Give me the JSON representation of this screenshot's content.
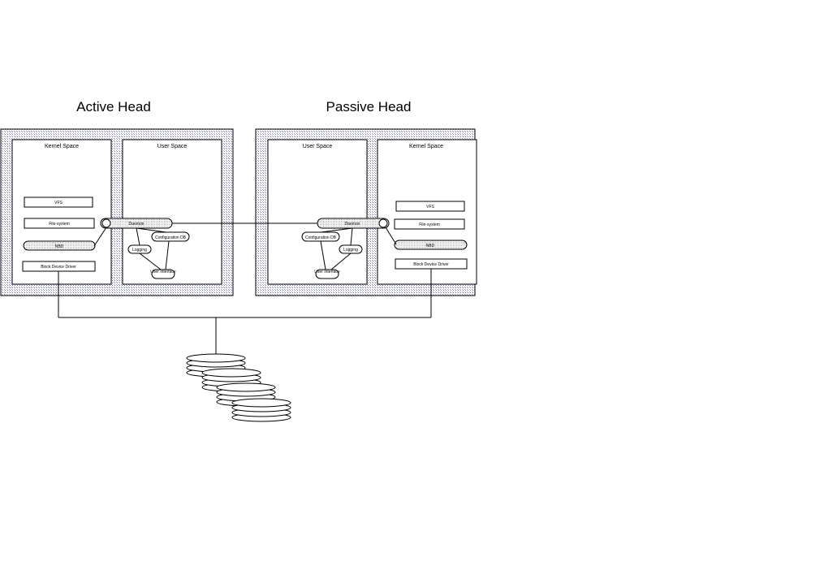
{
  "active": {
    "title": "Active Head",
    "kernel": {
      "title": "Kernel Space",
      "vfs": "VFS",
      "filesystem": "File-system",
      "nbd": "NBD",
      "block_driver": "Block Device Driver"
    },
    "user": {
      "title": "User Space",
      "daemon": "Daemon",
      "config_db": "Configuration DB",
      "logging": "Logging",
      "ui": "User Interface"
    }
  },
  "passive": {
    "title": "Passive Head",
    "kernel": {
      "title": "Kernel Space",
      "vfs": "VFS",
      "filesystem": "File-system",
      "nbd": "NBD",
      "block_driver": "Block Device Driver"
    },
    "user": {
      "title": "User Space",
      "daemon": "Daemon",
      "config_db": "Configuration DB",
      "logging": "Logging",
      "ui": "User Interface"
    }
  },
  "storage": {
    "disk_stacks": 4,
    "platters_per_stack": 4
  }
}
